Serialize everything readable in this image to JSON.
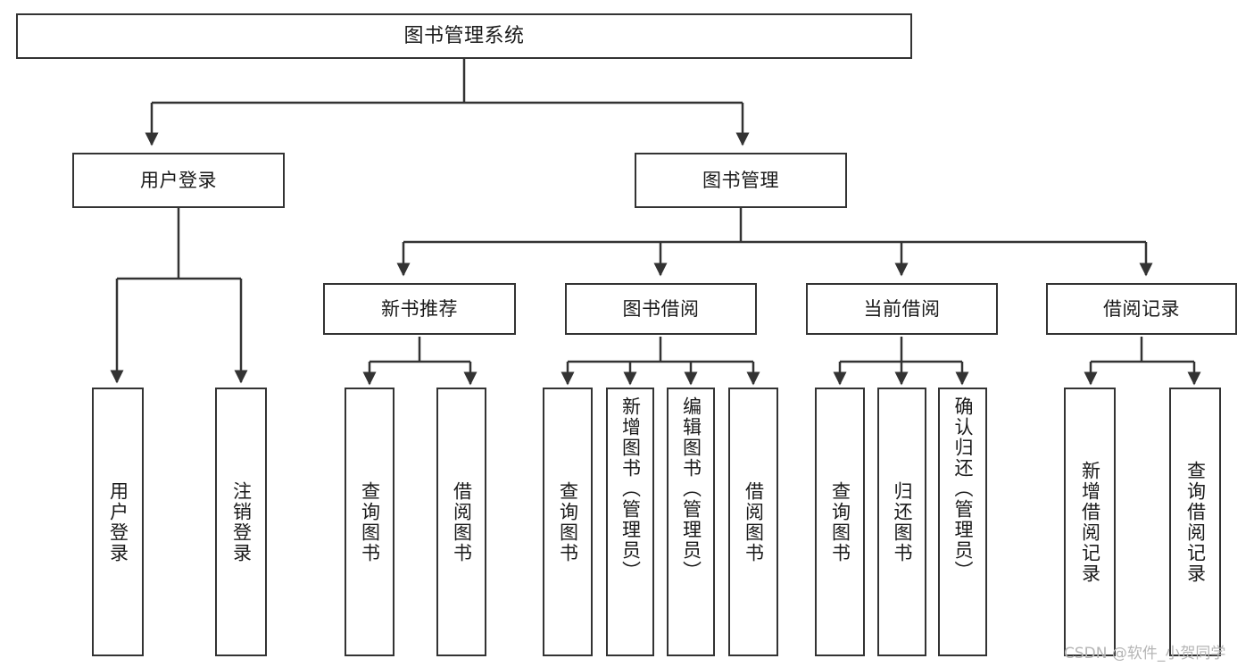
{
  "diagram": {
    "title": "图书管理系统",
    "type": "tree",
    "watermark": "CSDN @软件_小贺同学",
    "colors": {
      "border": "#333333",
      "background": "#ffffff",
      "text": "#1a1a1a",
      "watermark": "#b5b5b5"
    },
    "levels": {
      "root": {
        "label": "图书管理系统"
      },
      "level1": [
        {
          "id": "user-login",
          "label": "用户登录"
        },
        {
          "id": "book-manage",
          "label": "图书管理"
        }
      ],
      "level2": [
        {
          "id": "new-book-recommend",
          "label": "新书推荐",
          "parent": "book-manage"
        },
        {
          "id": "book-borrow",
          "label": "图书借阅",
          "parent": "book-manage"
        },
        {
          "id": "current-borrow",
          "label": "当前借阅",
          "parent": "book-manage"
        },
        {
          "id": "borrow-record",
          "label": "借阅记录",
          "parent": "book-manage"
        }
      ],
      "leaves": [
        {
          "id": "leaf-user-login",
          "label": "用户登录",
          "parent": "user-login"
        },
        {
          "id": "leaf-logout",
          "label": "注销登录",
          "parent": "user-login"
        },
        {
          "id": "leaf-query-book-1",
          "label": "查询图书",
          "parent": "new-book-recommend"
        },
        {
          "id": "leaf-borrow-book-1",
          "label": "借阅图书",
          "parent": "new-book-recommend"
        },
        {
          "id": "leaf-query-book-2",
          "label": "查询图书",
          "parent": "book-borrow"
        },
        {
          "id": "leaf-add-book",
          "label": "新增图书（管理员）",
          "parent": "book-borrow"
        },
        {
          "id": "leaf-edit-book",
          "label": "编辑图书（管理员）",
          "parent": "book-borrow"
        },
        {
          "id": "leaf-borrow-book-2",
          "label": "借阅图书",
          "parent": "book-borrow"
        },
        {
          "id": "leaf-query-book-3",
          "label": "查询图书",
          "parent": "current-borrow"
        },
        {
          "id": "leaf-return-book",
          "label": "归还图书",
          "parent": "current-borrow"
        },
        {
          "id": "leaf-confirm-return",
          "label": "确认归还（管理员）",
          "parent": "current-borrow"
        },
        {
          "id": "leaf-add-record",
          "label": "新增借阅记录",
          "parent": "borrow-record"
        },
        {
          "id": "leaf-query-record",
          "label": "查询借阅记录",
          "parent": "borrow-record"
        }
      ]
    }
  }
}
